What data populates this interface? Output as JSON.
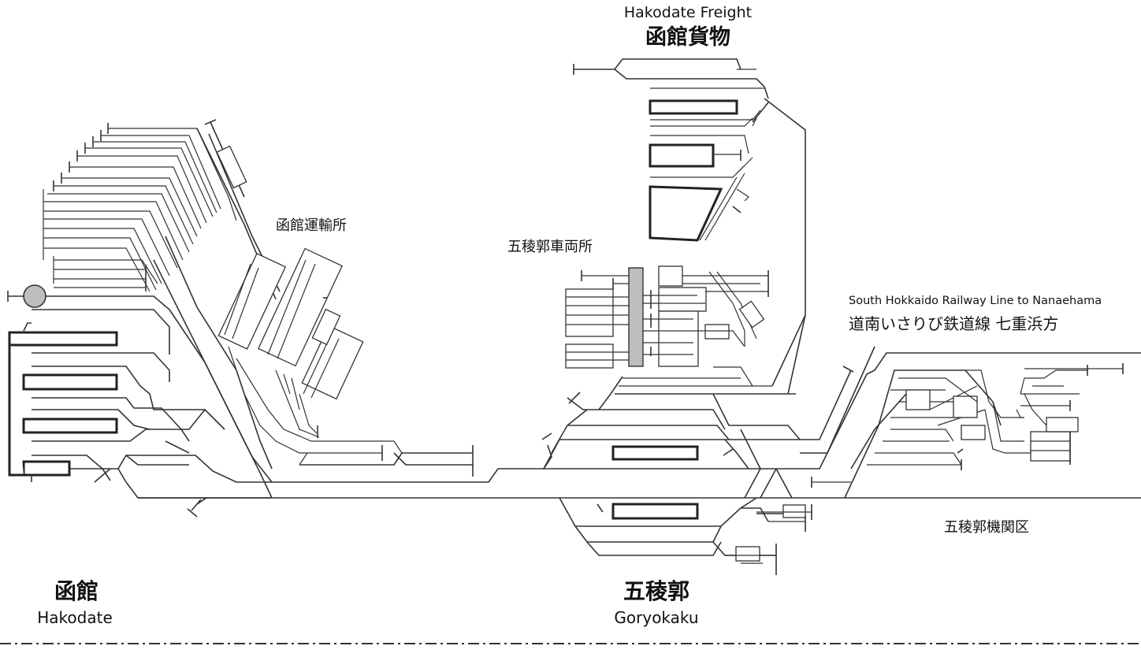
{
  "labels": {
    "hakodate_freight_en": "Hakodate Freight",
    "hakodate_freight_ja": "函館貨物",
    "hakodate_depot": "函館運輸所",
    "goryokaku_depot": "五稜郭車両所",
    "south_hokkaido_en": "South Hokkaido Railway Line to Nanaehama",
    "south_hokkaido_ja": "道南いさりび鉄道線 七重浜方",
    "hakodate_ja": "函館",
    "hakodate_en": "Hakodate",
    "goryokaku_ja": "五稜郭",
    "goryokaku_en": "Goryokaku",
    "goryokaku_engine_depot": "五稜郭機関区"
  },
  "colors": {
    "track": "#333333",
    "platform": "#222222",
    "turntable_fill": "#bdbdbd",
    "transfer_table_fill": "#bdbdbd",
    "background": "#ffffff"
  }
}
